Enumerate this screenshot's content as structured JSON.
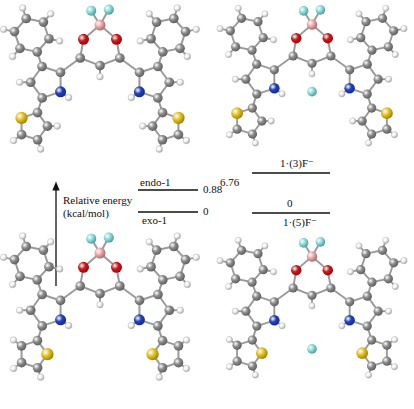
{
  "diagram": {
    "labels": [
      "Relative energy (kcal/mol)",
      "endo-1",
      "0.88",
      "exo-1",
      "0",
      "1·(3)F⁻",
      "6.76",
      "0",
      "1·(5)F⁻"
    ]
  }
}
